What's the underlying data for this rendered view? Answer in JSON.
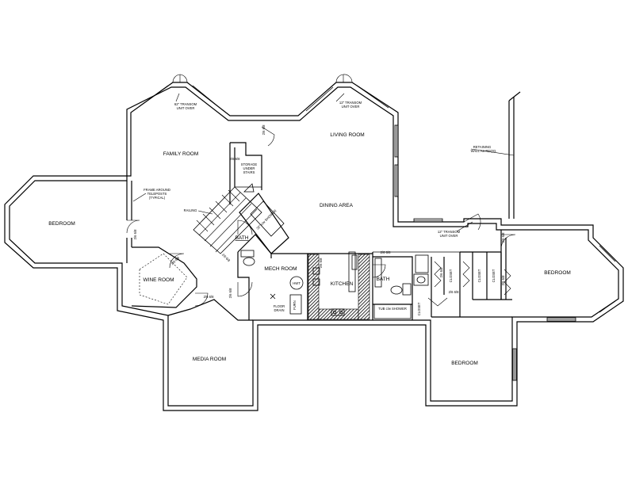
{
  "rooms": {
    "family_room": "FAMILY ROOM",
    "living_room": "LIVING ROOM",
    "dining_area": "DINING AREA",
    "bedroom_left": "BEDROOM",
    "bedroom_right": "BEDROOM",
    "bedroom_bottom": "BEDROOM",
    "wine_room": "WINE ROOM",
    "media_room": "MEDIA ROOM",
    "mech_room": "MECH ROOM",
    "kitchen": "KITCHEN",
    "bath_center": "BATH",
    "bath_stair": "BATH"
  },
  "notes": {
    "transom_left_1": "62\" TRANSOM",
    "transom_left_2": "UNIT OVER",
    "transom_mid_1": "12\" TRANSOM",
    "transom_mid_2": "UNIT OVER",
    "transom_right_1": "12\" TRANSOM",
    "transom_right_2": "UNIT OVER",
    "retaining_1": "RETAINING",
    "retaining_2": "WALL AS REQ'D.",
    "frame_1": "FRAME AROUND",
    "frame_2": "TELEPOSTS",
    "frame_3": "(TYPICAL)",
    "storage_1": "STORAGE",
    "storage_2": "UNDER",
    "storage_3": "STAIRS",
    "railing": "RAILING",
    "floor_drain_1": "FLOOR",
    "floor_drain_2": "DRAIN",
    "hwt": "HWT",
    "furn": "FURN",
    "tub_shower_center": "TUB c/w SHOWER",
    "tub_shower_stair": "32\" c/w SHOWER",
    "closet_1": "CLOSET",
    "closet_2": "CLOSET",
    "closet_3": "CLOSET",
    "closet_4": "CLOSET"
  },
  "dims": {
    "d1": "2/6 6/8",
    "d2": "2/6 6/8",
    "d3": "2/6 6/8",
    "d4": "2/6 6/8",
    "d5": "2/6 6/8",
    "d6": "2/6 6/8",
    "d7": "2/6 6/8",
    "d8": "2/6 6/8",
    "d9": "2/6 6/8",
    "d10": "2/6 6/8",
    "d11": "2/6 6/8",
    "d12": "2/6 6/8",
    "d13": "2/6 6/8"
  }
}
